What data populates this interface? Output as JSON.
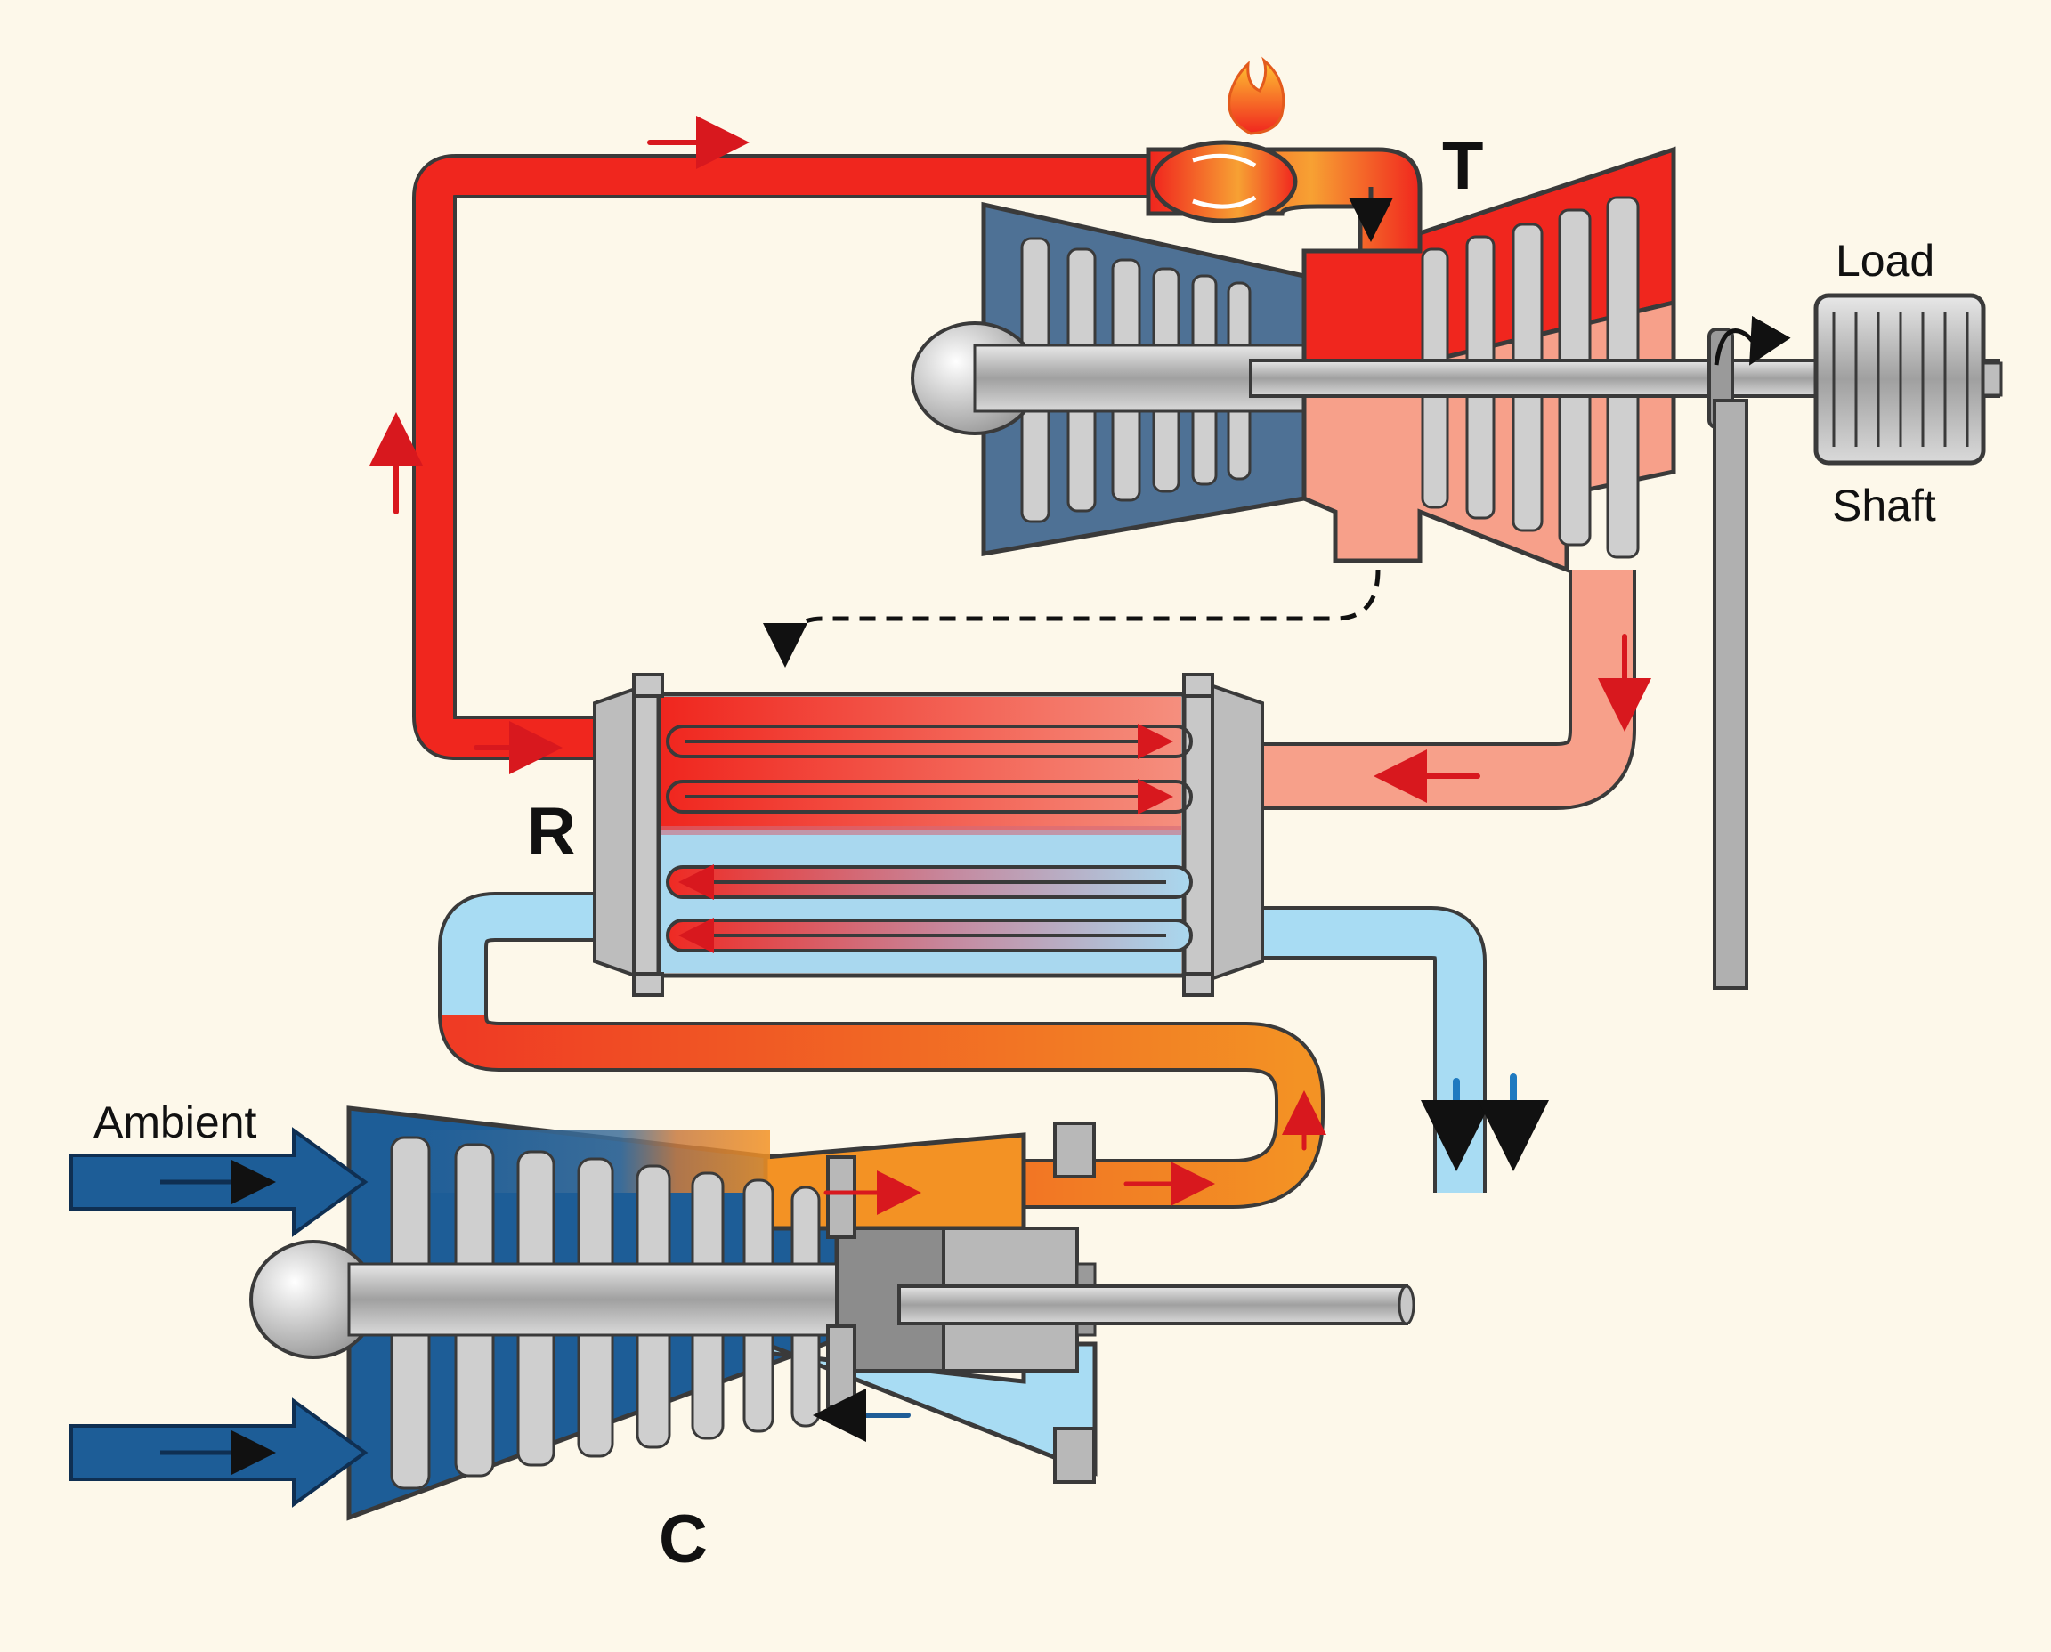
{
  "labels": {
    "turbine": "T",
    "regenerator": "R",
    "compressor": "C",
    "load": "Load",
    "shaft": "Shaft",
    "ambient": "Ambient"
  },
  "colors": {
    "background": "#fdf8ea",
    "hot": "#f0261e",
    "warm": "#f7a08a",
    "compressed": "#f39224",
    "cold": "#1d5d97",
    "exhaust": "#a8dcf3",
    "metal": "#b8b8b8",
    "outline": "#3a3a3a"
  },
  "icons": {
    "combustor": "flame-icon",
    "flow": "arrow-icon",
    "rotation": "curved-arrow-icon"
  }
}
